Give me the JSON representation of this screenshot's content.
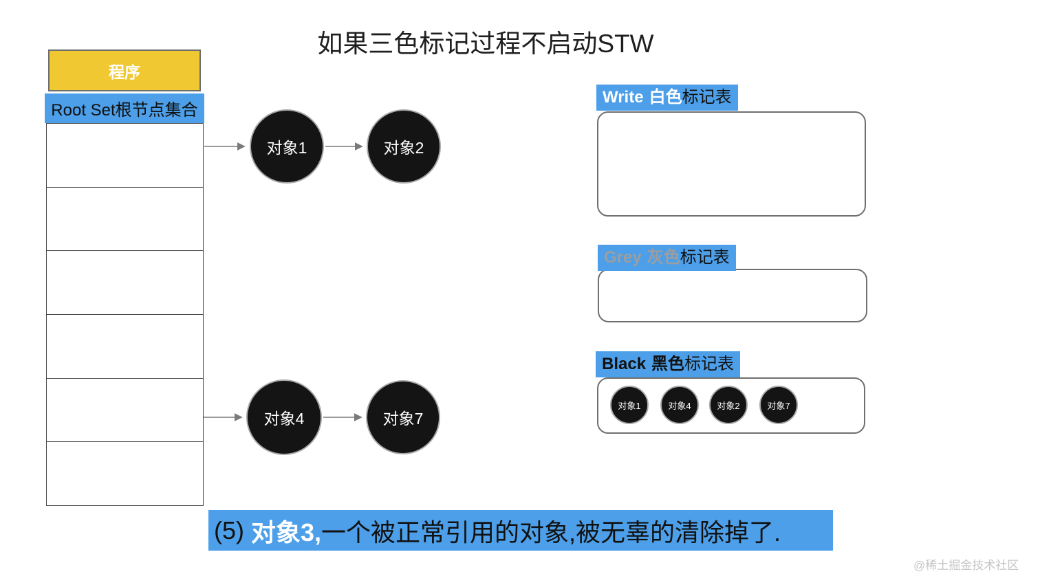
{
  "title": "如果三色标记过程不启动STW",
  "colors": {
    "blue": "#4C9FE8",
    "yellow": "#F0C832",
    "node_black": "#141414",
    "grey_text": "#9E9E9E",
    "arrow": "#7a7a7a"
  },
  "program": {
    "header": "程序",
    "root_label": "Root Set根节点集合",
    "row_count": 6
  },
  "graph": {
    "top_chain": [
      "对象1",
      "对象2"
    ],
    "bottom_chain": [
      "对象4",
      "对象7"
    ]
  },
  "mark_tables": {
    "white": {
      "name_en": "Write",
      "name_cn": "白色",
      "suffix": "标记表",
      "items": []
    },
    "grey": {
      "name_en": "Grey",
      "name_cn": "灰色",
      "suffix": "标记表",
      "items": []
    },
    "black": {
      "name_en": "Black",
      "name_cn": "黑色",
      "suffix": "标记表",
      "items": [
        "对象1",
        "对象4",
        "对象2",
        "对象7"
      ]
    }
  },
  "caption": {
    "prefix": "(5) ",
    "highlight": "对象3,",
    "rest": "一个被正常引用的对象,被无辜的清除掉了."
  },
  "watermark": "@稀土掘金技术社区"
}
